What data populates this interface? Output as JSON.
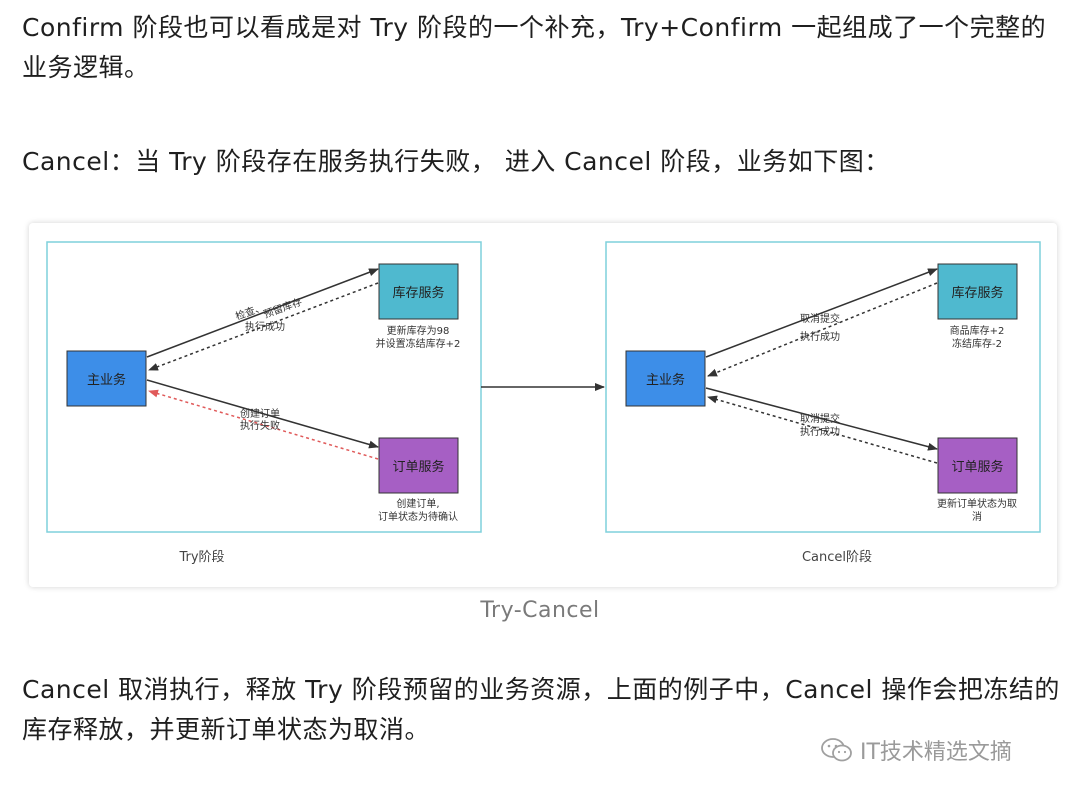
{
  "paragraphs": {
    "p1": "Confirm 阶段也可以看成是对 Try 阶段的一个补充，Try+Confirm 一起组成了一个完整的业务逻辑。",
    "p2": "Cancel：当 Try 阶段存在服务执行失败， 进入 Cancel 阶段，业务如下图：",
    "p3": "Cancel 取消执行，释放 Try 阶段预留的业务资源，上面的例子中，Cancel 操作会把冻结的库存释放，并更新订单状态为取消。"
  },
  "caption": "Try-Cancel",
  "watermark": "IT技术精选文摘",
  "diagram": {
    "colors": {
      "frame": "#7fd0dc",
      "main_box": "#3d8ee8",
      "stock_box": "#4fb9cf",
      "order_box": "#a65fc4",
      "arrow": "#333333",
      "fail_arrow": "#e05a5a"
    },
    "try_phase": {
      "label": "Try阶段",
      "main": "主业务",
      "stock": "库存服务",
      "order": "订单服务",
      "arrow_stock_label_1": "检查、",
      "arrow_stock_label_2": "预留库存",
      "arrow_stock_label_3": "执行成功",
      "stock_note_1": "更新库存为98",
      "stock_note_2": "并设置冻结库存+2",
      "arrow_order_label_1": "创建订单",
      "arrow_order_label_2": "执行失败",
      "order_note_1": "创建订单,",
      "order_note_2": "订单状态为待确认"
    },
    "cancel_phase": {
      "label": "Cancel阶段",
      "main": "主业务",
      "stock": "库存服务",
      "order": "订单服务",
      "arrow_stock_label_1": "取消提交",
      "arrow_stock_label_2": "执行成功",
      "stock_note_1": "商品库存+2",
      "stock_note_2": "冻结库存-2",
      "arrow_order_label_1": "取消提交",
      "arrow_order_label_2": "执行成功",
      "order_note_1": "更新订单状态为取",
      "order_note_2": "消"
    }
  }
}
